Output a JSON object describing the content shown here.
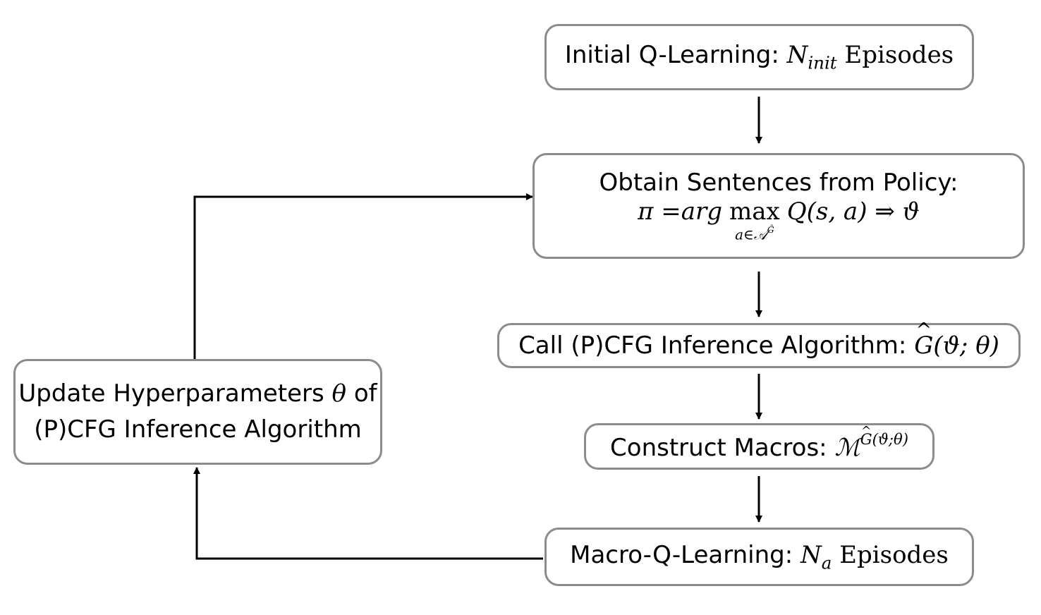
{
  "nodes": {
    "initial_q_learning": {
      "text": "Initial Q-Learning:",
      "math_symbol": "N",
      "math_subscript": "init",
      "suffix": "Episodes"
    },
    "obtain_sentences": {
      "line1": "Obtain Sentences from Policy:",
      "formula_lhs": "π = ",
      "formula_arg": "arg",
      "formula_op": "max",
      "formula_under": "a∈𝒜",
      "formula_under_sup": "Ĝ",
      "formula_rhs": "Q(s, a) ⇒ ϑ"
    },
    "call_inference": {
      "text": "Call (P)CFG Inference Algorithm:",
      "math_symbol": "G",
      "math_args": "(ϑ; θ)"
    },
    "construct_macros": {
      "text": "Construct Macros:",
      "math_symbol": "ℳ",
      "sup_symbol": "G",
      "sup_args": "(ϑ;θ)"
    },
    "macro_q_learning": {
      "text": "Macro-Q-Learning:",
      "math_symbol": "N",
      "math_subscript": "a",
      "suffix": "Episodes"
    },
    "update_hyperparameters": {
      "line1_text": "Update Hyperparameters",
      "line1_symbol": "θ",
      "line1_suffix": "of",
      "line2": "(P)CFG Inference Algorithm"
    }
  },
  "colors": {
    "box_border": "#8c8c8c",
    "arrow": "#000000"
  }
}
